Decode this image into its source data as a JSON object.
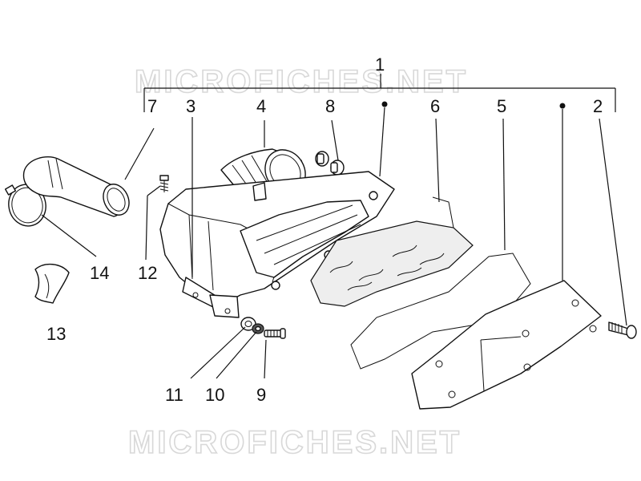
{
  "watermark": {
    "top": "MICROFICHES.NET",
    "bottom": "MICROFICHES.NET"
  },
  "callouts": {
    "c1": "1",
    "c2": "2",
    "c3": "3",
    "c4": "4",
    "c5": "5",
    "c6": "6",
    "c7": "7",
    "c8": "8",
    "c9": "9",
    "c10": "10",
    "c11": "11",
    "c12": "12",
    "c13": "13",
    "c14": "14"
  },
  "colors": {
    "line": "#111111",
    "watermark": "#d8d8d8",
    "foam": "#eeeeee",
    "background": "#ffffff"
  }
}
